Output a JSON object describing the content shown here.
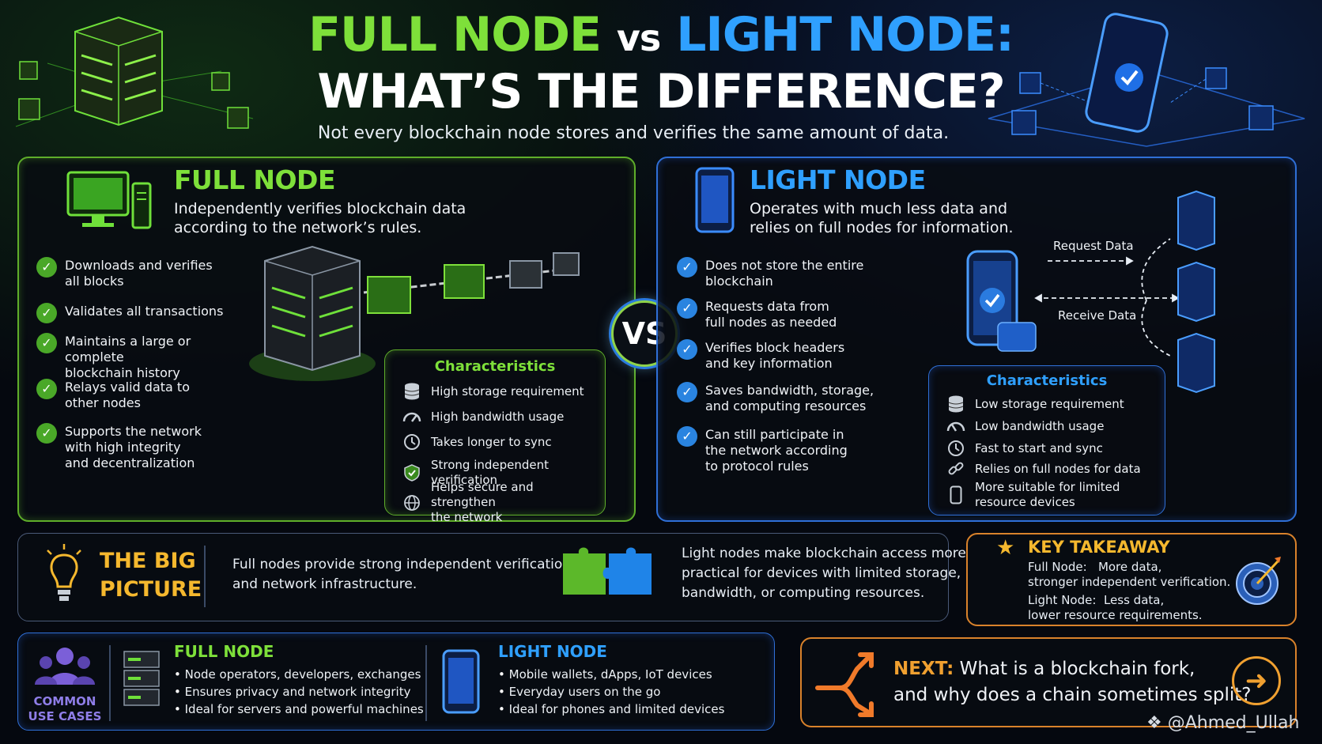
{
  "title": {
    "part1": "FULL NODE",
    "vs": "vs",
    "part2": "LIGHT NODE:",
    "line2": "WHAT’S THE DIFFERENCE?"
  },
  "subtitle": "Not every blockchain node stores and verifies the same amount of data.",
  "full_node": {
    "heading": "FULL NODE",
    "desc_line1": "Independently verifies blockchain data",
    "desc_line2": "according to the network’s rules.",
    "features": [
      {
        "l1": "Downloads and verifies",
        "l2": "all blocks",
        "l3": ""
      },
      {
        "l1": "Validates all transactions",
        "l2": "",
        "l3": ""
      },
      {
        "l1": "Maintains a large or complete",
        "l2": "blockchain history",
        "l3": ""
      },
      {
        "l1": "Relays valid data to",
        "l2": "other nodes",
        "l3": ""
      },
      {
        "l1": "Supports the network",
        "l2": "with high integrity",
        "l3": "and decentralization"
      }
    ],
    "characteristics_title": "Characteristics",
    "characteristics": [
      {
        "icon": "database-icon",
        "l1": "High storage requirement",
        "l2": ""
      },
      {
        "icon": "gauge-icon",
        "l1": "High bandwidth usage",
        "l2": ""
      },
      {
        "icon": "clock-icon",
        "l1": "Takes longer to sync",
        "l2": ""
      },
      {
        "icon": "shield-icon",
        "l1": "Strong independent verification",
        "l2": ""
      },
      {
        "icon": "globe-icon",
        "l1": "Helps secure and strengthen",
        "l2": "the network"
      }
    ]
  },
  "vs_badge": "VS",
  "light_node": {
    "heading": "LIGHT NODE",
    "desc_line1": "Operates with much less data and",
    "desc_line2": "relies on full nodes for information.",
    "features": [
      {
        "l1": "Does not store the entire",
        "l2": "blockchain",
        "l3": ""
      },
      {
        "l1": "Requests data from",
        "l2": "full nodes as needed",
        "l3": ""
      },
      {
        "l1": "Verifies block headers",
        "l2": "and key information",
        "l3": ""
      },
      {
        "l1": "Saves bandwidth, storage,",
        "l2": "and computing resources",
        "l3": ""
      },
      {
        "l1": "Can still participate in",
        "l2": "the network according",
        "l3": "to protocol rules"
      }
    ],
    "request_label": "Request Data",
    "receive_label": "Receive Data",
    "characteristics_title": "Characteristics",
    "characteristics": [
      {
        "icon": "database-icon",
        "l1": "Low storage requirement",
        "l2": ""
      },
      {
        "icon": "gauge-icon",
        "l1": "Low bandwidth usage",
        "l2": ""
      },
      {
        "icon": "clock-icon",
        "l1": "Fast to start and sync",
        "l2": ""
      },
      {
        "icon": "link-icon",
        "l1": "Relies on full nodes for data",
        "l2": ""
      },
      {
        "icon": "phone-icon",
        "l1": "More suitable for limited",
        "l2": "resource devices"
      }
    ]
  },
  "big_picture": {
    "heading_l1": "THE BIG",
    "heading_l2": "PICTURE",
    "full_text_l1": "Full nodes provide strong independent verification",
    "full_text_l2": "and network infrastructure.",
    "light_text_l1": "Light nodes make blockchain access more",
    "light_text_l2": "practical for devices with limited storage,",
    "light_text_l3": "bandwidth, or computing resources."
  },
  "key_takeaway": {
    "heading": "KEY TAKEAWAY",
    "full_label": "Full Node:",
    "full_l1": "More data,",
    "full_l2": "stronger independent verification.",
    "light_label": "Light Node:",
    "light_l1": "Less data,",
    "light_l2": "lower resource requirements."
  },
  "use_cases": {
    "label_l1": "COMMON",
    "label_l2": "USE CASES",
    "full_heading": "FULL NODE",
    "full_items": [
      "Node operators, developers, exchanges",
      "Ensures privacy and network integrity",
      "Ideal for servers and powerful machines"
    ],
    "light_heading": "LIGHT NODE",
    "light_items": [
      "Mobile wallets, dApps, IoT devices",
      "Everyday users on the go",
      "Ideal for phones and limited devices"
    ]
  },
  "next": {
    "label": "NEXT:",
    "l1": "What is a blockchain fork,",
    "l2": "and why does a chain sometimes split?"
  },
  "watermark": "@Ahmed_Ullah",
  "colors": {
    "green": "#7ee03a",
    "blue": "#2fa0ff",
    "orange": "#f0a030",
    "gold": "#f5b82e"
  }
}
